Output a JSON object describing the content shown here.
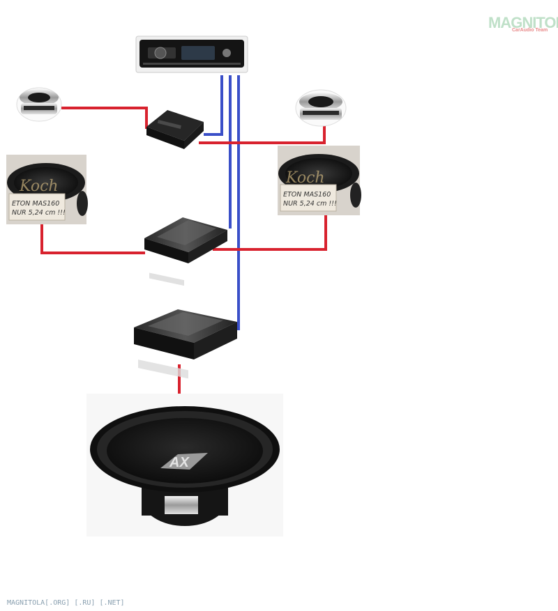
{
  "logo": {
    "main": "MAGNITOLA",
    "sub": "CarAudio Team"
  },
  "midbass_label": {
    "line1": "ETON MAS160",
    "line2": "NUR 5,24 cm !!!"
  },
  "watermark": "Koch",
  "subwoofer_badge": "AX",
  "footer": "MAGNITOLA[.ORG] [.RU] [.NET]",
  "colors": {
    "signal_wire": "#3a4fc8",
    "speaker_wire": "#d8222e",
    "equipment": "#1c1c1c"
  },
  "icons": [
    "head-unit-icon",
    "tweeter-icon",
    "amplifier-icon",
    "midbass-speaker-icon",
    "subwoofer-icon"
  ]
}
